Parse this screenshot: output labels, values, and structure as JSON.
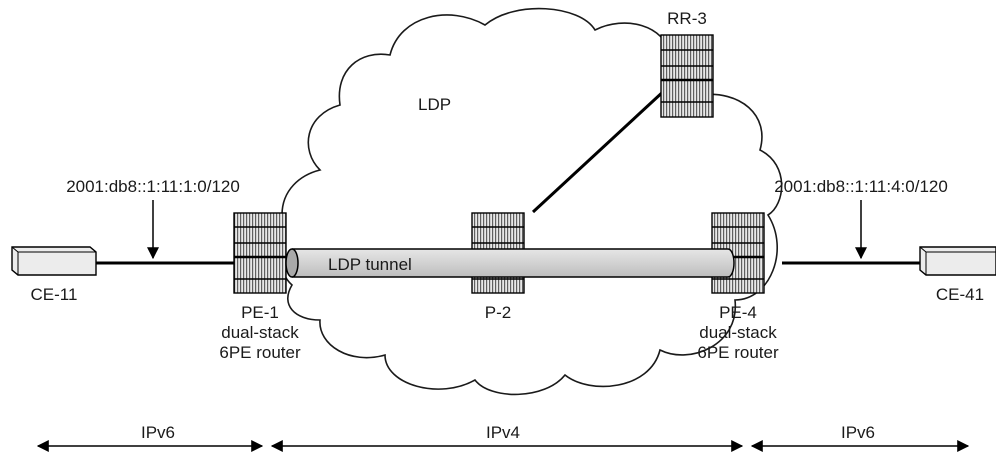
{
  "diagram": {
    "cloud_label": "LDP",
    "tunnel_label": "LDP tunnel",
    "routers": {
      "rr3": "RR-3",
      "pe1": [
        "PE-1",
        "dual-stack",
        "6PE router"
      ],
      "p2": "P-2",
      "pe4": [
        "PE-4",
        "dual-stack",
        "6PE router"
      ]
    },
    "ces": {
      "ce11": "CE-11",
      "ce41": "CE-41"
    },
    "prefixes": {
      "left": "2001:db8::1:11:1:0/120",
      "right": "2001:db8::1:11:4:0/120"
    },
    "domains": [
      "IPv6",
      "IPv4",
      "IPv6"
    ]
  }
}
